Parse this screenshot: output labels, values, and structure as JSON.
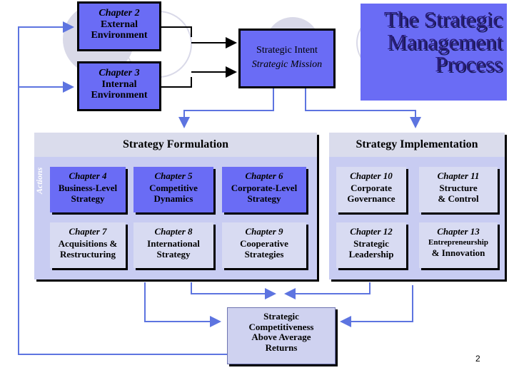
{
  "title": [
    "The Strategic",
    "Management",
    "Process"
  ],
  "ch2": {
    "chapter": "Chapter 2",
    "lines": [
      "External",
      "Environment"
    ]
  },
  "ch3": {
    "chapter": "Chapter 3",
    "lines": [
      "Internal",
      "Environment"
    ]
  },
  "intent": {
    "line1": "Strategic Intent",
    "line2": "Strategic Mission"
  },
  "formulation": {
    "heading": "Strategy Formulation",
    "side_label": "Actions",
    "cards": [
      {
        "chapter": "Chapter 4",
        "lines": [
          "Business-Level",
          "Strategy"
        ]
      },
      {
        "chapter": "Chapter 5",
        "lines": [
          "Competitive",
          "Dynamics"
        ]
      },
      {
        "chapter": "Chapter 6",
        "lines": [
          "Corporate-Level",
          "Strategy"
        ]
      },
      {
        "chapter": "Chapter 7",
        "lines": [
          "Acquisitions &",
          "Restructuring"
        ]
      },
      {
        "chapter": "Chapter 8",
        "lines": [
          "International",
          "Strategy"
        ]
      },
      {
        "chapter": "Chapter 9",
        "lines": [
          "Cooperative",
          "Strategies"
        ]
      }
    ]
  },
  "implementation": {
    "heading": "Strategy Implementation",
    "cards": [
      {
        "chapter": "Chapter 10",
        "lines": [
          "Corporate",
          "Governance"
        ]
      },
      {
        "chapter": "Chapter 11",
        "lines": [
          "Structure",
          "& Control"
        ]
      },
      {
        "chapter": "Chapter 12",
        "lines": [
          "Strategic",
          "Leadership"
        ]
      },
      {
        "chapter": "Chapter 13",
        "lines": [
          "Entrepreneurship",
          "& Innovation"
        ]
      }
    ]
  },
  "outcome": {
    "lines": [
      "Strategic",
      "Competitiveness",
      "Above Average",
      "Returns"
    ]
  },
  "page_number": "2",
  "colors": {
    "box_purple": "#6a6cf5",
    "panel": "#c8ccf2",
    "arrow": "#5d74e0",
    "title_text": "#2a1e7a"
  }
}
